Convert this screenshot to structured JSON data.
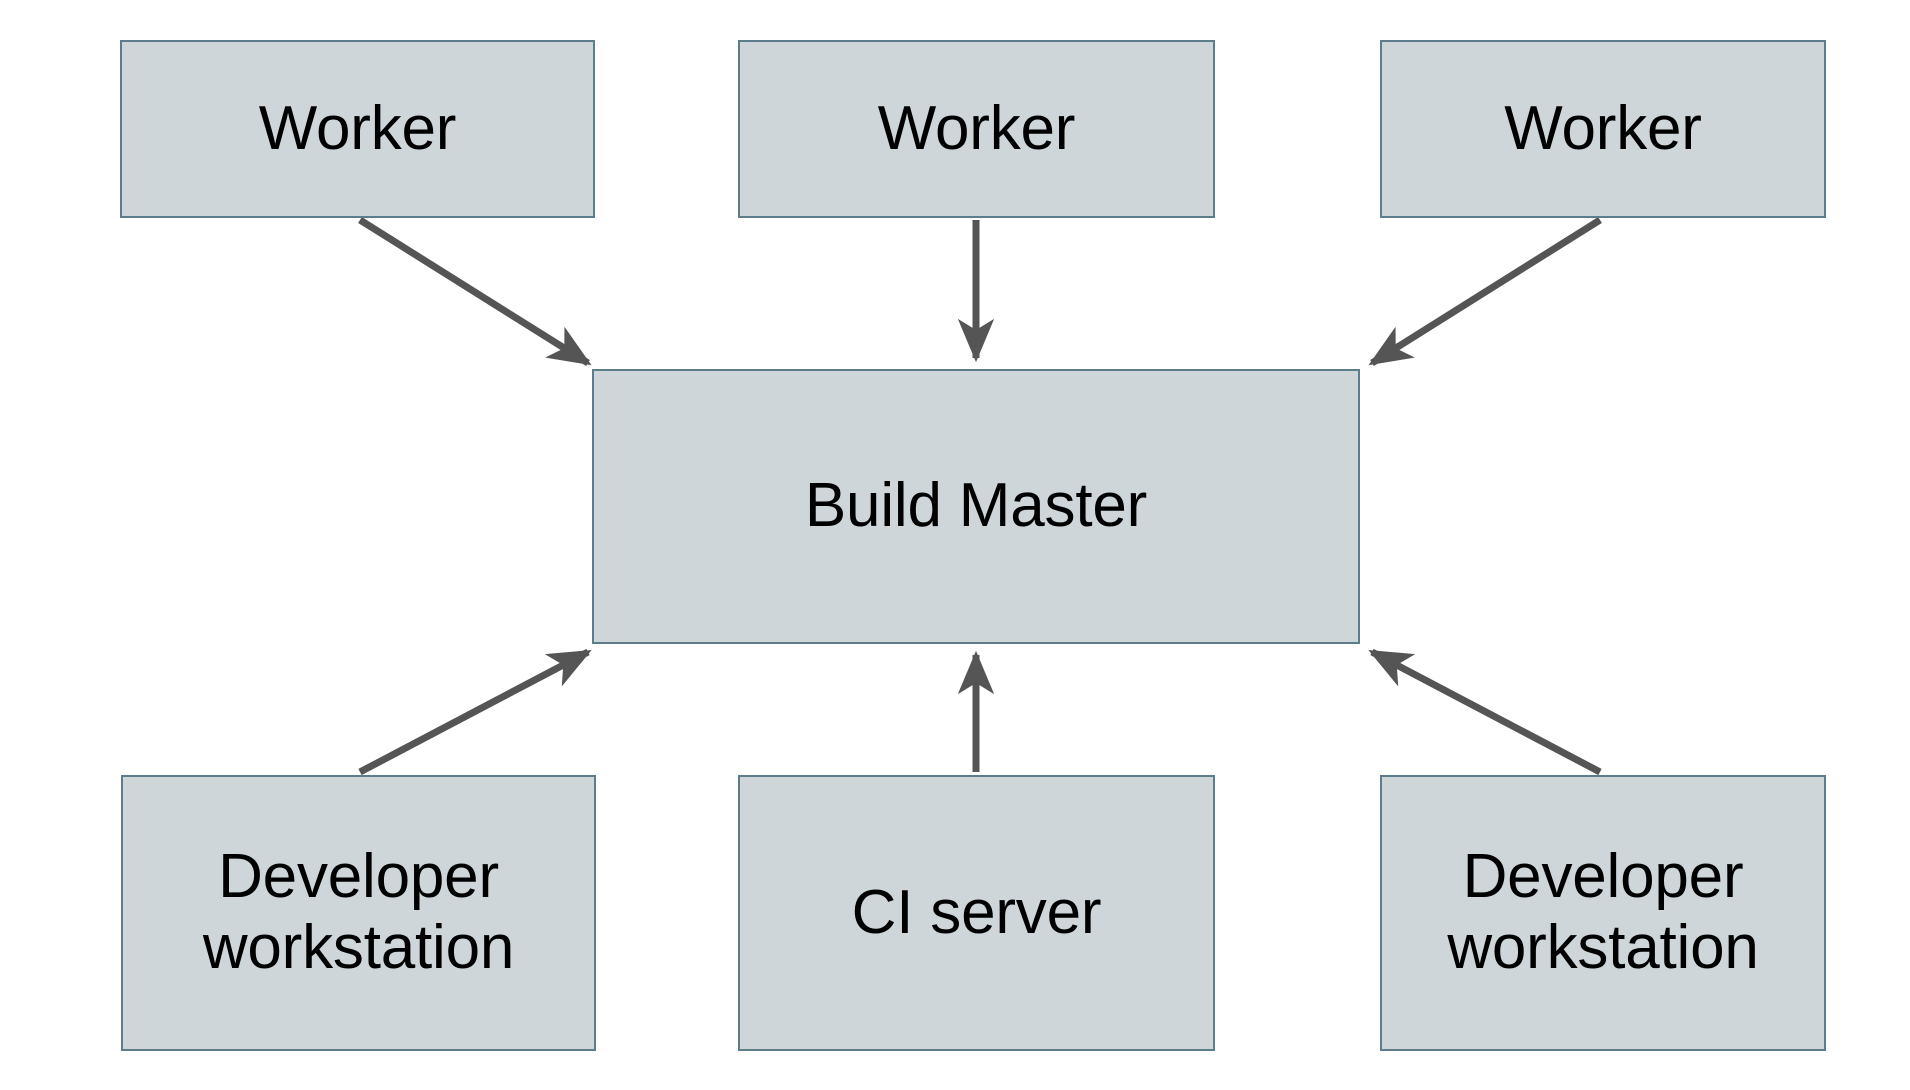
{
  "diagram": {
    "type": "flow-architecture",
    "background_color": "#ffffff",
    "node_fill_color": "#ced6d9",
    "node_border_color": "#5d7d8c",
    "edge_color": "#555555",
    "label_color": "#000000",
    "nodes": [
      {
        "id": "worker-1",
        "label": "Worker"
      },
      {
        "id": "worker-2",
        "label": "Worker"
      },
      {
        "id": "worker-3",
        "label": "Worker"
      },
      {
        "id": "build-master",
        "label": "Build Master"
      },
      {
        "id": "dev-ws-1",
        "label": "Developer\nworkstation"
      },
      {
        "id": "ci-server",
        "label": "CI server"
      },
      {
        "id": "dev-ws-2",
        "label": "Developer\nworkstation"
      }
    ],
    "edges": [
      {
        "from": "worker-1",
        "to": "build-master",
        "arrow": "to"
      },
      {
        "from": "worker-2",
        "to": "build-master",
        "arrow": "to"
      },
      {
        "from": "worker-3",
        "to": "build-master",
        "arrow": "to"
      },
      {
        "from": "dev-ws-1",
        "to": "build-master",
        "arrow": "to"
      },
      {
        "from": "ci-server",
        "to": "build-master",
        "arrow": "to"
      },
      {
        "from": "dev-ws-2",
        "to": "build-master",
        "arrow": "to"
      }
    ]
  }
}
